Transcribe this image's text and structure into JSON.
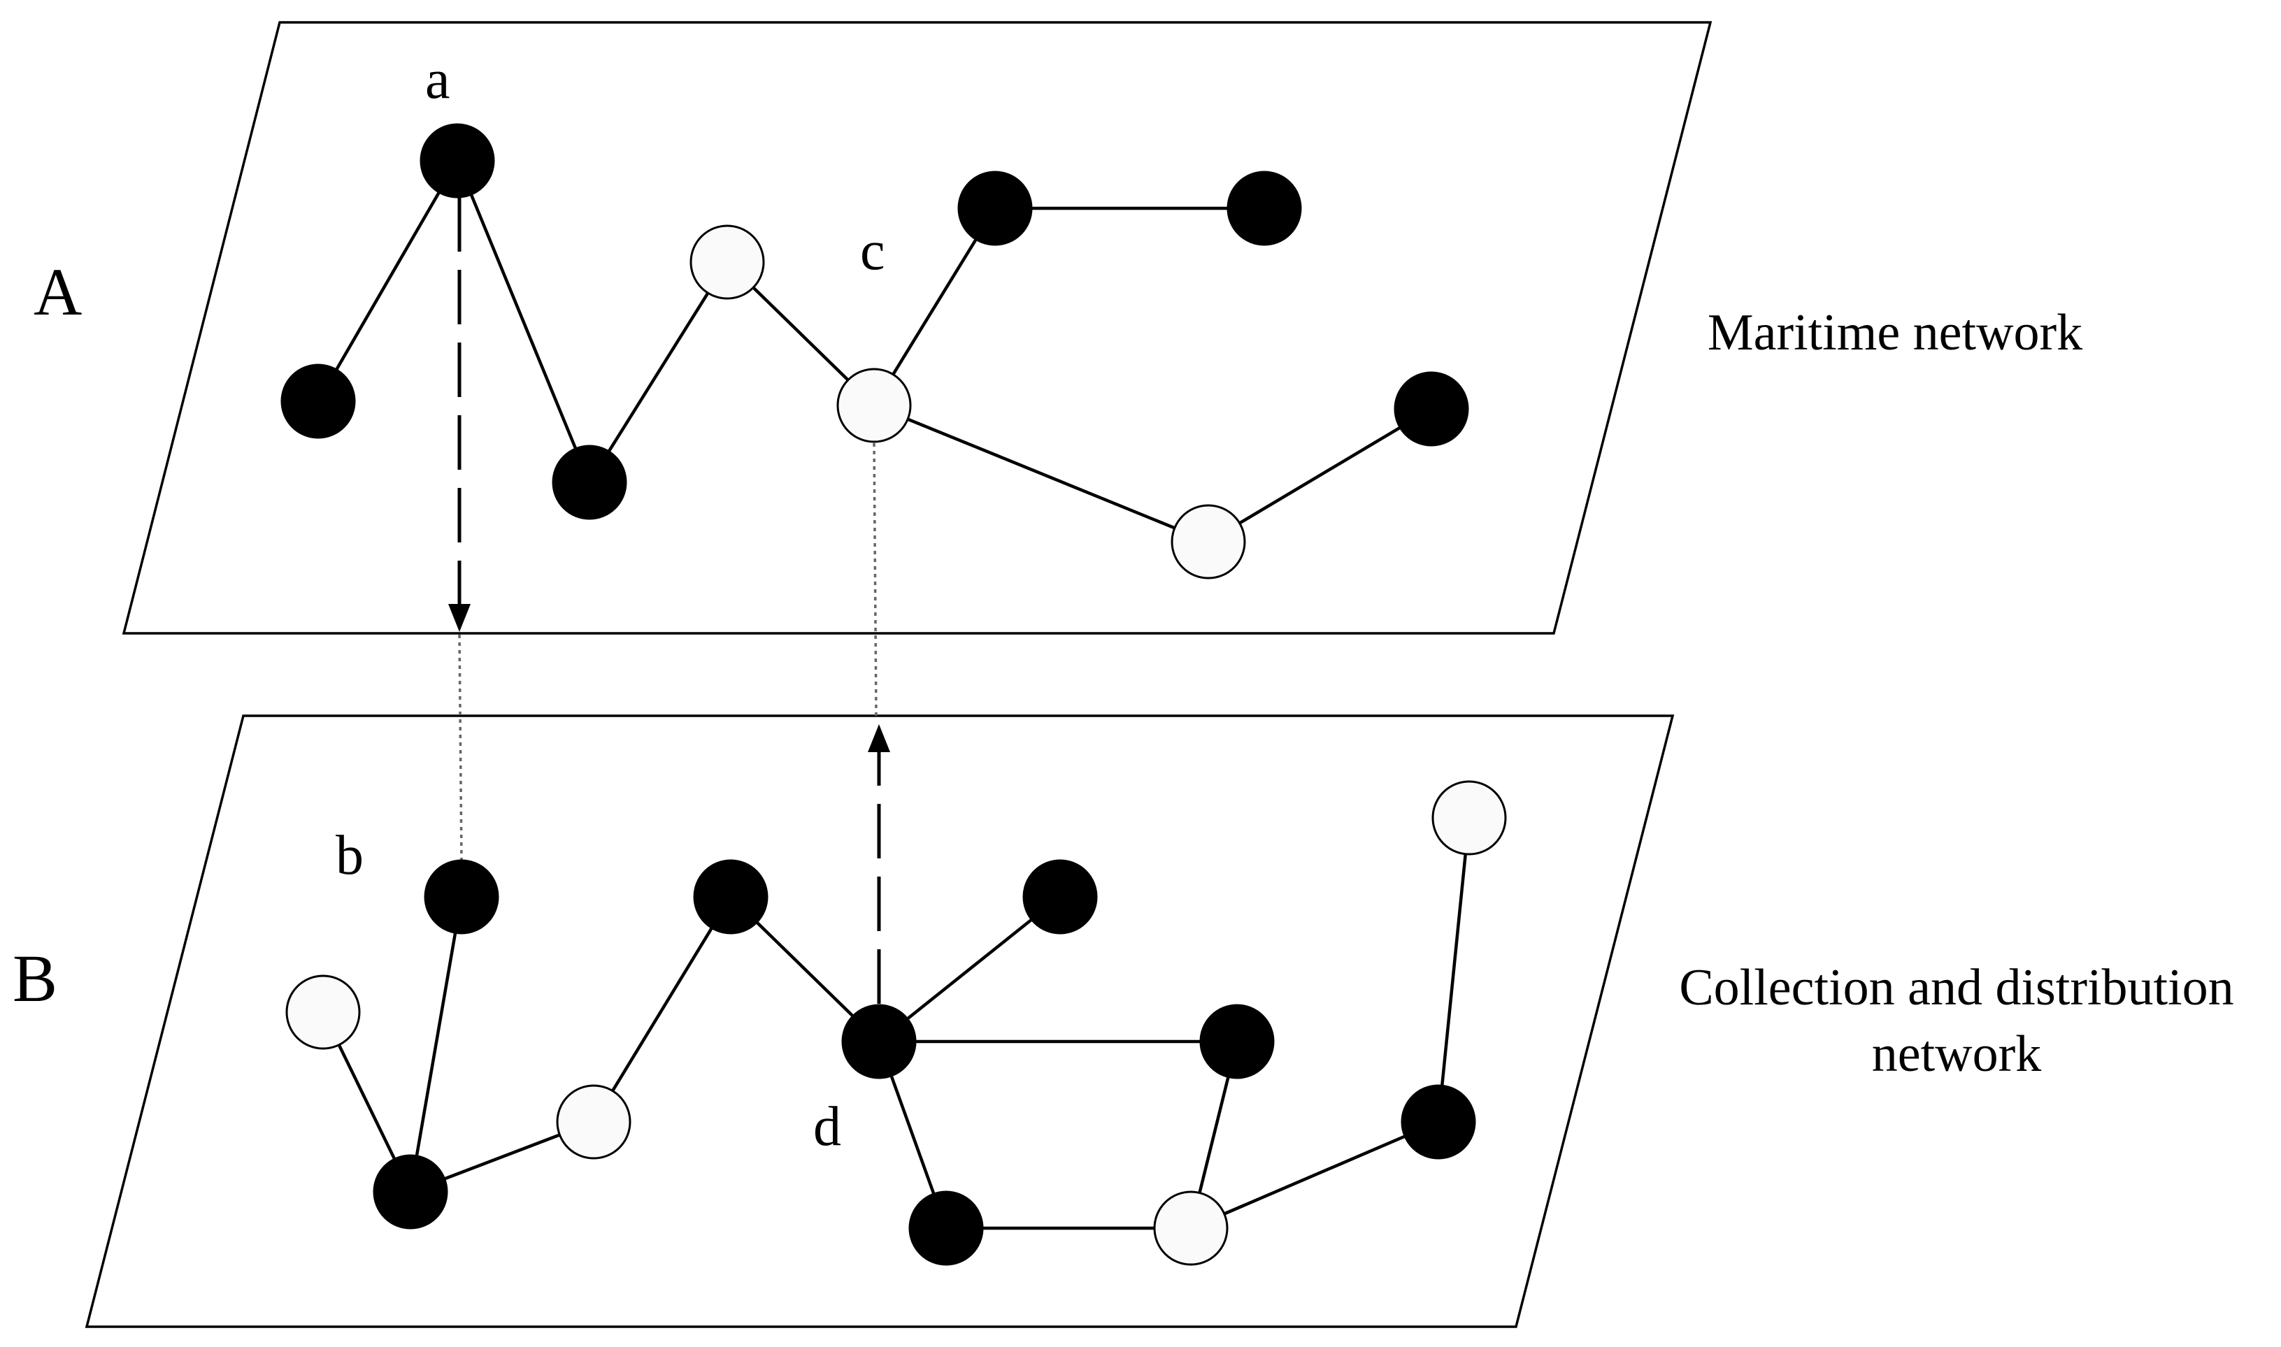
{
  "layers": {
    "A": {
      "label": "A",
      "caption_lines": [
        "Maritime network"
      ]
    },
    "B": {
      "label": "B",
      "caption_lines": [
        "Collection and distribution",
        "network"
      ]
    }
  },
  "node_labels": {
    "a": "a",
    "b": "b",
    "c": "c",
    "d": "d"
  },
  "colors": {
    "filled_node": "#000000",
    "open_node": "#fafafa",
    "line": "#000000",
    "dotted_link": "#666666"
  }
}
